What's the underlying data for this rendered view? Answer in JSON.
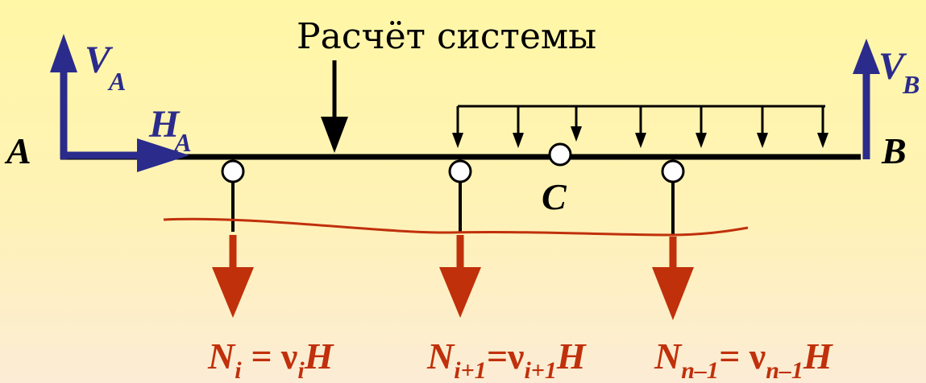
{
  "title": "Расчёт системы",
  "points": {
    "A": "A",
    "B": "B",
    "C": "C"
  },
  "reactions": {
    "VA": {
      "main": "V",
      "sub": "A"
    },
    "HA": {
      "main": "H",
      "sub": "A"
    },
    "VB": {
      "main": "V",
      "sub": "B"
    }
  },
  "formulas": {
    "f1": {
      "N": "N",
      "nsub": "i",
      "eq": " = ",
      "nu": "ν",
      "nusub": "i",
      "H": "H"
    },
    "f2": {
      "N": "N",
      "nsub": "i+1",
      "eq": "=",
      "nu": "ν",
      "nusub": "i+1",
      "H": "H"
    },
    "f3": {
      "N": "N",
      "nsub": "n–1",
      "eq": "= ",
      "nu": "ν",
      "nusub": "n–1",
      "H": "H"
    }
  },
  "colors": {
    "beam": "#000000",
    "reaction": "#2b2b8c",
    "force": "#c0300b",
    "section": "#c0300b"
  }
}
